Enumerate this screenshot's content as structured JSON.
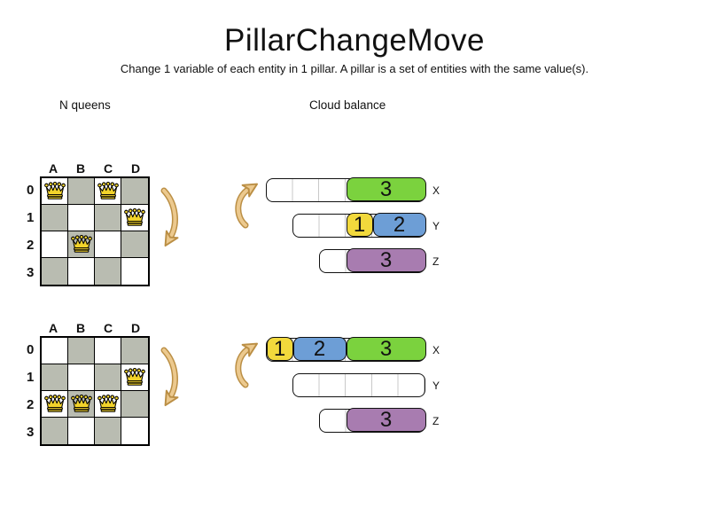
{
  "title": "PillarChangeMove",
  "subtitle": "Change 1 variable of each entity in 1 pillar. A pillar is a set of entities with the same value(s).",
  "sections": {
    "nqueens": "N queens",
    "cloudbalance": "Cloud balance"
  },
  "colors": {
    "green": "#7bd23e",
    "yellow": "#f2d93c",
    "blue": "#6d9ed6",
    "purple": "#a87cb0",
    "board_dark": "#b9bcb1",
    "board_light": "#ffffff",
    "queen_gold": "#f2d32b",
    "arrow_fill": "#ecc98e",
    "arrow_outline": "#bb8f45"
  },
  "nqueens": {
    "columns": [
      "A",
      "B",
      "C",
      "D"
    ],
    "rows": [
      "0",
      "1",
      "2",
      "3"
    ],
    "boards": {
      "before": {
        "queens": [
          {
            "row": 0,
            "col": 0
          },
          {
            "row": 0,
            "col": 2
          },
          {
            "row": 1,
            "col": 3
          },
          {
            "row": 2,
            "col": 1
          }
        ]
      },
      "after": {
        "queens": [
          {
            "row": 1,
            "col": 3
          },
          {
            "row": 2,
            "col": 0
          },
          {
            "row": 2,
            "col": 1
          },
          {
            "row": 2,
            "col": 2
          }
        ]
      }
    }
  },
  "cloudbalance": {
    "states": {
      "before": {
        "bars": [
          {
            "label": "X",
            "slots": 6,
            "blocks": [
              {
                "value": "3",
                "size": 3,
                "color": "green"
              }
            ]
          },
          {
            "label": "Y",
            "slots": 5,
            "blocks": [
              {
                "value": "1",
                "size": 1,
                "color": "yellow"
              },
              {
                "value": "2",
                "size": 2,
                "color": "blue"
              }
            ]
          },
          {
            "label": "Z",
            "slots": 4,
            "blocks": [
              {
                "value": "3",
                "size": 3,
                "color": "purple"
              }
            ]
          }
        ]
      },
      "after": {
        "bars": [
          {
            "label": "X",
            "slots": 6,
            "blocks": [
              {
                "value": "1",
                "size": 1,
                "color": "yellow"
              },
              {
                "value": "2",
                "size": 2,
                "color": "blue"
              },
              {
                "value": "3",
                "size": 3,
                "color": "green"
              }
            ]
          },
          {
            "label": "Y",
            "slots": 5,
            "blocks": []
          },
          {
            "label": "Z",
            "slots": 4,
            "blocks": [
              {
                "value": "3",
                "size": 3,
                "color": "purple"
              }
            ]
          }
        ]
      }
    }
  }
}
